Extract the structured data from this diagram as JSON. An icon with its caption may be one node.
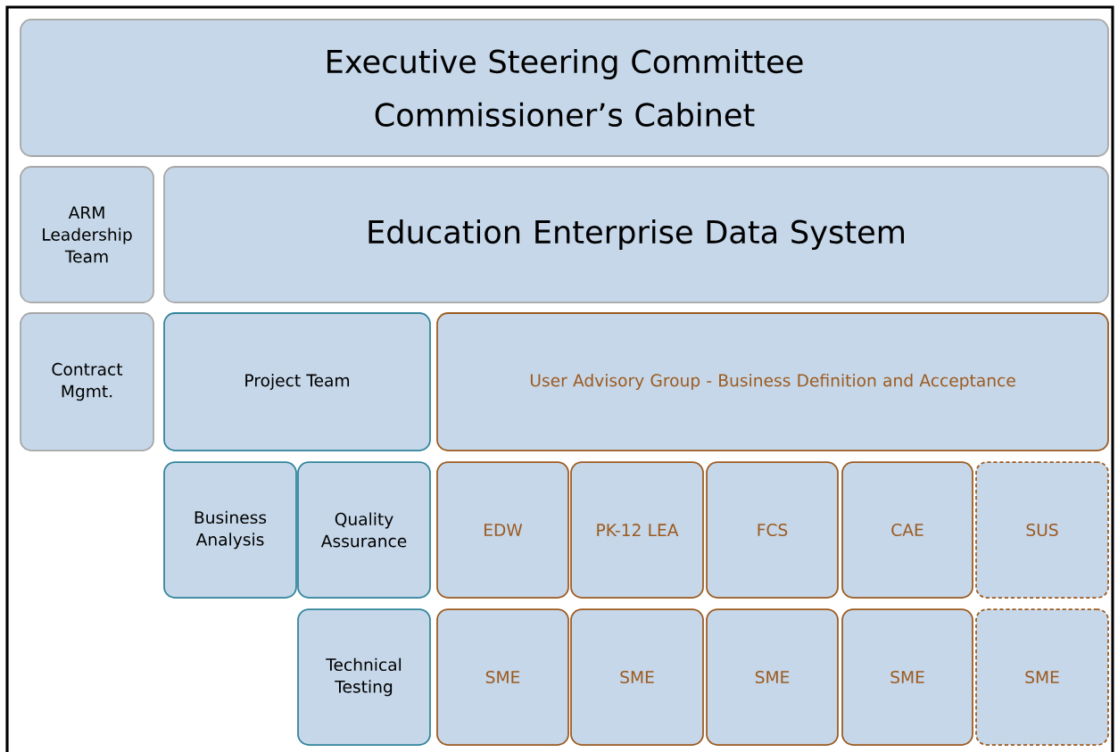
{
  "diagram": {
    "nodes": [
      {
        "text": [
          "Executive Steering Committee",
          "Commissioner’s Cabinet"
        ]
      },
      {
        "text": [
          "ARM Leadership Team"
        ]
      },
      {
        "text": [
          "Education Enterprise Data System"
        ]
      },
      {
        "text": [
          "Contract Mgmt."
        ]
      },
      {
        "text": [
          "Project Team"
        ]
      },
      {
        "text": [
          "User Advisory Group - Business Definition and Acceptance"
        ]
      },
      {
        "text": [
          "Business Analysis"
        ]
      },
      {
        "text": [
          "Quality Assurance"
        ]
      },
      {
        "text": [
          "EDW"
        ]
      },
      {
        "text": [
          "PK-12 LEA"
        ]
      },
      {
        "text": [
          "FCS"
        ]
      },
      {
        "text": [
          "CAE"
        ]
      },
      {
        "text": [
          "SUS"
        ]
      },
      {
        "text": [
          "Technical Testing"
        ]
      },
      {
        "text": [
          "SME"
        ]
      },
      {
        "text": [
          "SME"
        ]
      },
      {
        "text": [
          "SME"
        ]
      },
      {
        "text": [
          "SME"
        ]
      },
      {
        "text": [
          "SME"
        ]
      }
    ]
  }
}
